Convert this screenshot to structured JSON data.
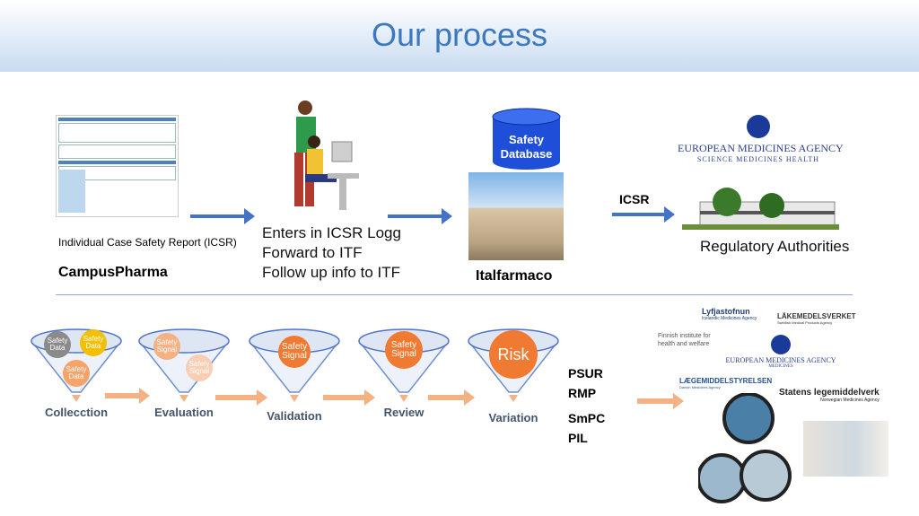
{
  "title": "Our process",
  "top_row": {
    "form_caption": "Individual Case Safety Report (ICSR)",
    "campus": "CampusPharma",
    "steps": [
      "Enters in ICSR Logg",
      "Forward to ITF",
      "Follow up info to ITF"
    ],
    "database": [
      "Safety",
      "Database"
    ],
    "italfarmaco": "Italfarmaco",
    "icsr_arrow_label": "ICSR",
    "ema_logo": {
      "name": "EUROPEAN MEDICINES AGENCY",
      "tagline": "SCIENCE   MEDICINES   HEALTH"
    },
    "regulatory": "Regulatory Authorities"
  },
  "funnels": [
    {
      "label": "Collecction",
      "balls": [
        "Safety Data",
        "Safety Data",
        "Safety Data"
      ]
    },
    {
      "label": "Evaluation",
      "balls": [
        "Safety Signal",
        "Safety Signal"
      ]
    },
    {
      "label": "Validation",
      "balls": [
        "Safety Signal"
      ]
    },
    {
      "label": "Review",
      "balls": [
        "Safety Signal"
      ]
    },
    {
      "label": "Variation",
      "balls": [
        "Risk"
      ]
    }
  ],
  "outputs": [
    "PSUR",
    "RMP",
    "SmPC",
    "PIL"
  ],
  "agencies": {
    "lyf": "Lyfjastofnun",
    "lyf_sub": "Icelandic Medicines Agency",
    "lmv": "LÄKEMEDELSVERKET",
    "lmv_sub": "Swedish Medical Products Agency",
    "thl": "Finnish institute for health and welfare",
    "ema": "EUROPEAN MEDICINES AGENCY",
    "ema_sub": "MEDICINES",
    "dk": "LÆGEMIDDELSTYRELSEN",
    "dk_sub": "Danish Medicines Agency",
    "no": "Statens legemiddelverk",
    "no_sub": "Norwegian Medicines Agency"
  },
  "colors": {
    "title": "#3b78bd",
    "arrow": "#4472c4",
    "orange": "#f4b183",
    "db": "#1f4fd8"
  }
}
